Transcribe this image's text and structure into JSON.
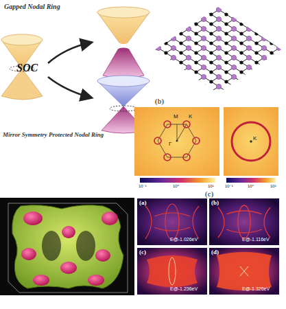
{
  "diagram": {
    "labels": [
      "Gapped Nodal Ring",
      "SOC",
      "Mirror Symmetry Protected Nodal Ring",
      "(b)",
      "M",
      "K",
      "Γ",
      "K",
      "10⁻¹",
      "10⁰",
      "10¹",
      "10⁻¹",
      "10⁰",
      "10¹",
      "(c)",
      "(a)",
      "E@-1.026eV",
      "(b)",
      "E@-1.116eV",
      "(c)",
      "E@-1.236eV",
      "(d)",
      "E@-1.326eV"
    ]
  }
}
